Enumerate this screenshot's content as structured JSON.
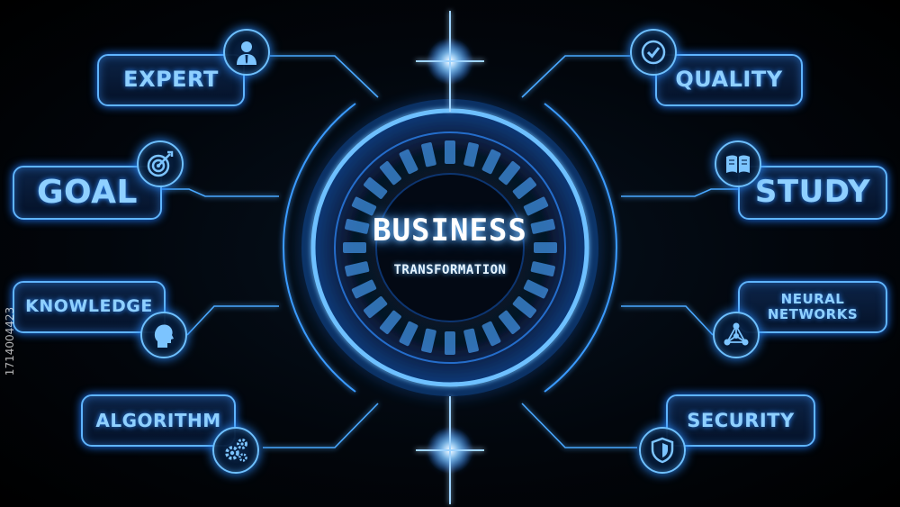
{
  "center": {
    "title": "BUSINESS",
    "subtitle": "TRANSFORMATION"
  },
  "items": {
    "expert": "EXPERT",
    "goal": "GOAL",
    "knowledge": "KNOWLEDGE",
    "algorithm": "ALGORITHM",
    "quality": "QUALITY",
    "study": "STUDY",
    "neural_networks_line1": "NEURAL",
    "neural_networks_line2": "NETWORKS",
    "security": "SECURITY"
  },
  "watermark": {
    "side_id": "1714004423"
  },
  "colors": {
    "accent": "#5fb4ff",
    "glow": "#1e7bff",
    "text": "#8fd0ff",
    "background": "#02060c"
  },
  "icons": {
    "expert": "business-person-icon",
    "goal": "target-icon",
    "knowledge": "head-profile-icon",
    "algorithm": "gears-icon",
    "quality": "check-circle-icon",
    "study": "open-book-icon",
    "neural_networks": "network-nodes-icon",
    "security": "shield-icon"
  }
}
